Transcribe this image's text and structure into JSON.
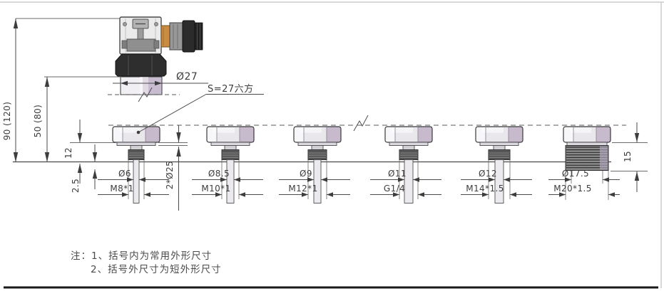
{
  "drawing": {
    "dims": {
      "height_total": "90 (120)",
      "height_short": "50 (80)",
      "stem_length": "12",
      "protrusion": "2.5",
      "flange_dia": "2*Ø25",
      "thread_len_right": "15",
      "body_dia": "Ø27",
      "hex_label": "S=27六方"
    },
    "variants": [
      {
        "dia": "Ø6",
        "thread": "M8*1"
      },
      {
        "dia": "Ø8.5",
        "thread": "M10*1"
      },
      {
        "dia": "Ø9",
        "thread": "M12*1"
      },
      {
        "dia": "Ø11",
        "thread": "G1/4"
      },
      {
        "dia": "Ø12",
        "thread": "M14*1.5"
      },
      {
        "dia": "Ø17.5",
        "thread": "M20*1.5"
      }
    ],
    "notes": {
      "line1": "注：1、括号内为常用外形尺寸",
      "line2": "2、括号外尺寸为短外形尺寸"
    }
  }
}
